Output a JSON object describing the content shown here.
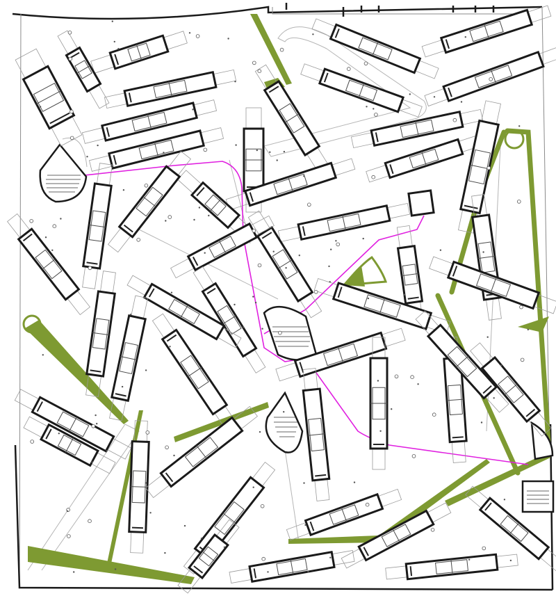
{
  "drawing": {
    "palette": {
      "background": "#ffffff",
      "building_outline": "#1a1a1a",
      "landscape_green": "#7e9a32",
      "circulation_route": "#e020e0",
      "secondary_paths": "#b5b5b5"
    },
    "elements": {
      "buildings": "residential-units",
      "green_strips": "landscape-planting",
      "route": "main-circulation-path",
      "pavilions": "auditorium-pavilions",
      "markers": "tree-and-lamp-markers"
    }
  }
}
